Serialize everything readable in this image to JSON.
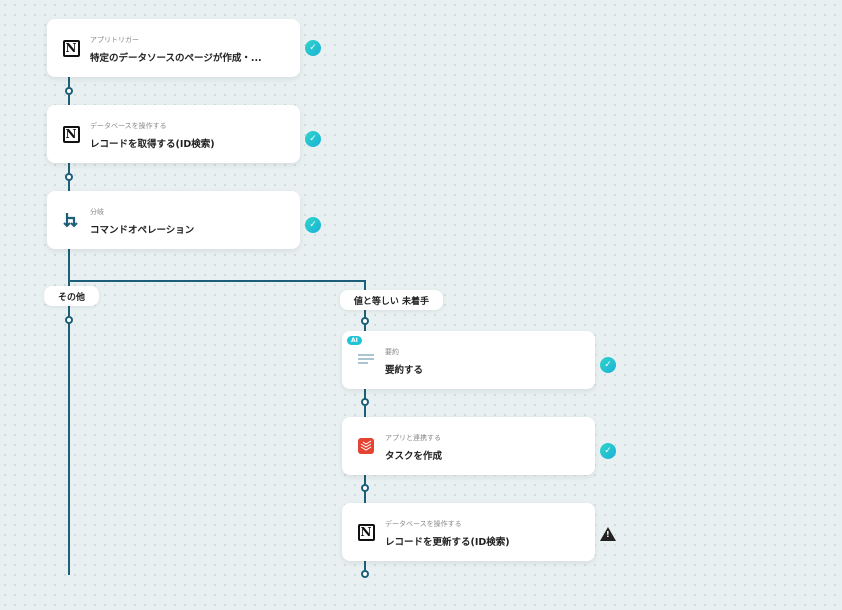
{
  "flow": {
    "left": [
      {
        "sub": "アプリトリガー",
        "title": "特定のデータソースのページが作成・...",
        "icon": "notion-icon",
        "status": "done"
      },
      {
        "sub": "データベースを操作する",
        "title": "レコードを取得する(ID検索)",
        "icon": "notion-icon",
        "status": "done"
      },
      {
        "sub": "分岐",
        "title": "コマンドオペレーション",
        "icon": "branch-icon",
        "status": "done"
      }
    ],
    "branches": {
      "other": "その他",
      "equal": "値と等しい 未着手"
    },
    "right": [
      {
        "badge": "AI",
        "sub": "要約",
        "title": "要約する",
        "icon": "summary-icon",
        "status": "done"
      },
      {
        "sub": "アプリと連携する",
        "title": "タスクを作成",
        "icon": "todoist-icon",
        "status": "done"
      },
      {
        "sub": "データベースを操作する",
        "title": "レコードを更新する(ID検索)",
        "icon": "notion-icon",
        "status": "warning"
      }
    ]
  },
  "icons": {
    "check": "✓",
    "warning": "!",
    "notion": "N"
  }
}
